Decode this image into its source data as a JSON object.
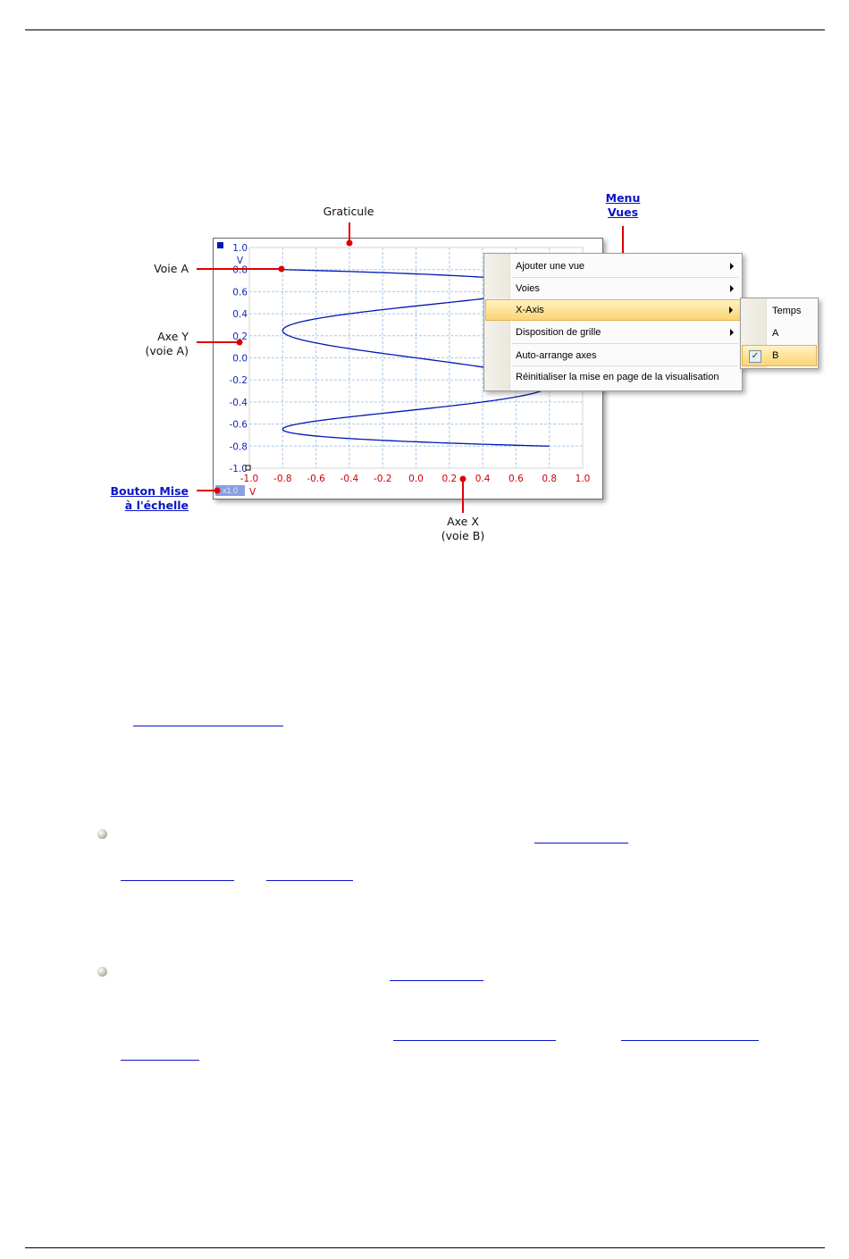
{
  "annotations": {
    "graticule": "Graticule",
    "menu_vues_line1": "Menu",
    "menu_vues_line2": "Vues",
    "voie_a": "Voie A",
    "axe_y_line1": "Axe Y",
    "axe_y_line2": "(voie A)",
    "bouton_line1": "Bouton Mise",
    "bouton_line2": "à l'échelle",
    "axe_x_line1": "Axe X",
    "axe_x_line2": "(voie B)"
  },
  "plot": {
    "y_unit": "V",
    "x_unit": "V",
    "scale_button": "x1.0",
    "y_ticks": [
      "1.0",
      "0.8",
      "0.6",
      "0.4",
      "0.2",
      "0.0",
      "-0.2",
      "-0.4",
      "-0.6",
      "-0.8",
      "-1.0"
    ],
    "x_ticks": [
      "-1.0",
      "-0.8",
      "-0.6",
      "-0.4",
      "-0.2",
      "0.0",
      "0.2",
      "0.4",
      "0.6",
      "0.8",
      "1.0"
    ],
    "trace_color": "#0018b4",
    "x_tick_color": "#d00000",
    "y_tick_color": "#1428b4"
  },
  "context_menu": {
    "items": [
      {
        "label": "Ajouter une vue",
        "submenu": true
      },
      {
        "label": "Voies",
        "submenu": true
      },
      {
        "label": "X-Axis",
        "submenu": true,
        "highlighted": true
      },
      {
        "label": "Disposition de grille",
        "submenu": true
      },
      {
        "label": "Auto-arrange axes",
        "submenu": false
      },
      {
        "label": "Réinitialiser la mise en page de la visualisation",
        "submenu": false
      }
    ]
  },
  "submenu": {
    "items": [
      {
        "label": "Temps",
        "checked": false
      },
      {
        "label": "A",
        "checked": false
      },
      {
        "label": "B",
        "checked": true
      }
    ]
  },
  "colors": {
    "annotation_red": "#e00000",
    "link_blue": "#0a14c8",
    "highlight": "#fbd474"
  }
}
